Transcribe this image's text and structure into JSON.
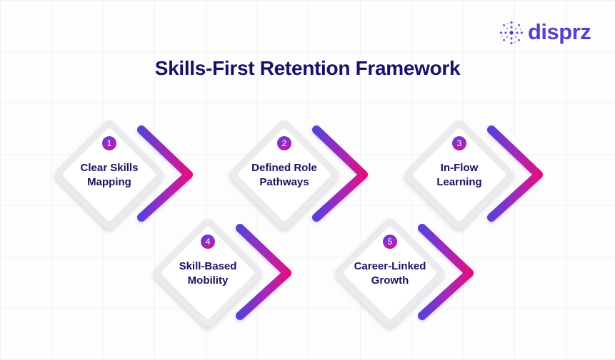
{
  "header": {
    "title": "Skills-First Retention Framework",
    "logo": {
      "icon": "disprz-snowflake-icon",
      "text": "disprz",
      "color": "#5a3fd3"
    }
  },
  "colors": {
    "title": "#14126a",
    "label": "#16145e",
    "gradient_start": "#5b3fd6",
    "gradient_end": "#e0107f",
    "diamond_border": "#e6e6ea",
    "diamond_fill": "#ffffff"
  },
  "steps": [
    {
      "number": "1",
      "line1": "Clear Skills",
      "line2": "Mapping"
    },
    {
      "number": "2",
      "line1": "Defined Role",
      "line2": "Pathways"
    },
    {
      "number": "3",
      "line1": "In-Flow",
      "line2": "Learning"
    },
    {
      "number": "4",
      "line1": "Skill-Based",
      "line2": "Mobility"
    },
    {
      "number": "5",
      "line1": "Career-Linked",
      "line2": "Growth"
    }
  ]
}
